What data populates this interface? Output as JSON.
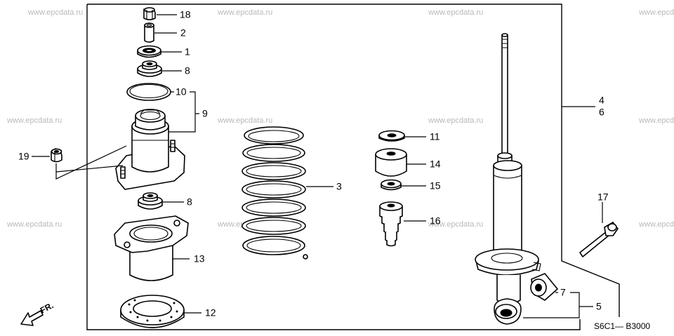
{
  "watermark": "www.epcdata.ru",
  "callouts": {
    "p18": "18",
    "p2": "2",
    "p1": "1",
    "p8_upper": "8",
    "p10": "10",
    "p9": "9",
    "p19": "19",
    "p8_lower": "8",
    "p13": "13",
    "p12": "12",
    "p3": "3",
    "p11": "11",
    "p14": "14",
    "p15": "15",
    "p16": "16",
    "p4": "4",
    "p6": "6",
    "p17": "17",
    "p7": "7",
    "p5": "5"
  },
  "direction_label": "FR.",
  "diagram_code": "S6C1— B3000"
}
